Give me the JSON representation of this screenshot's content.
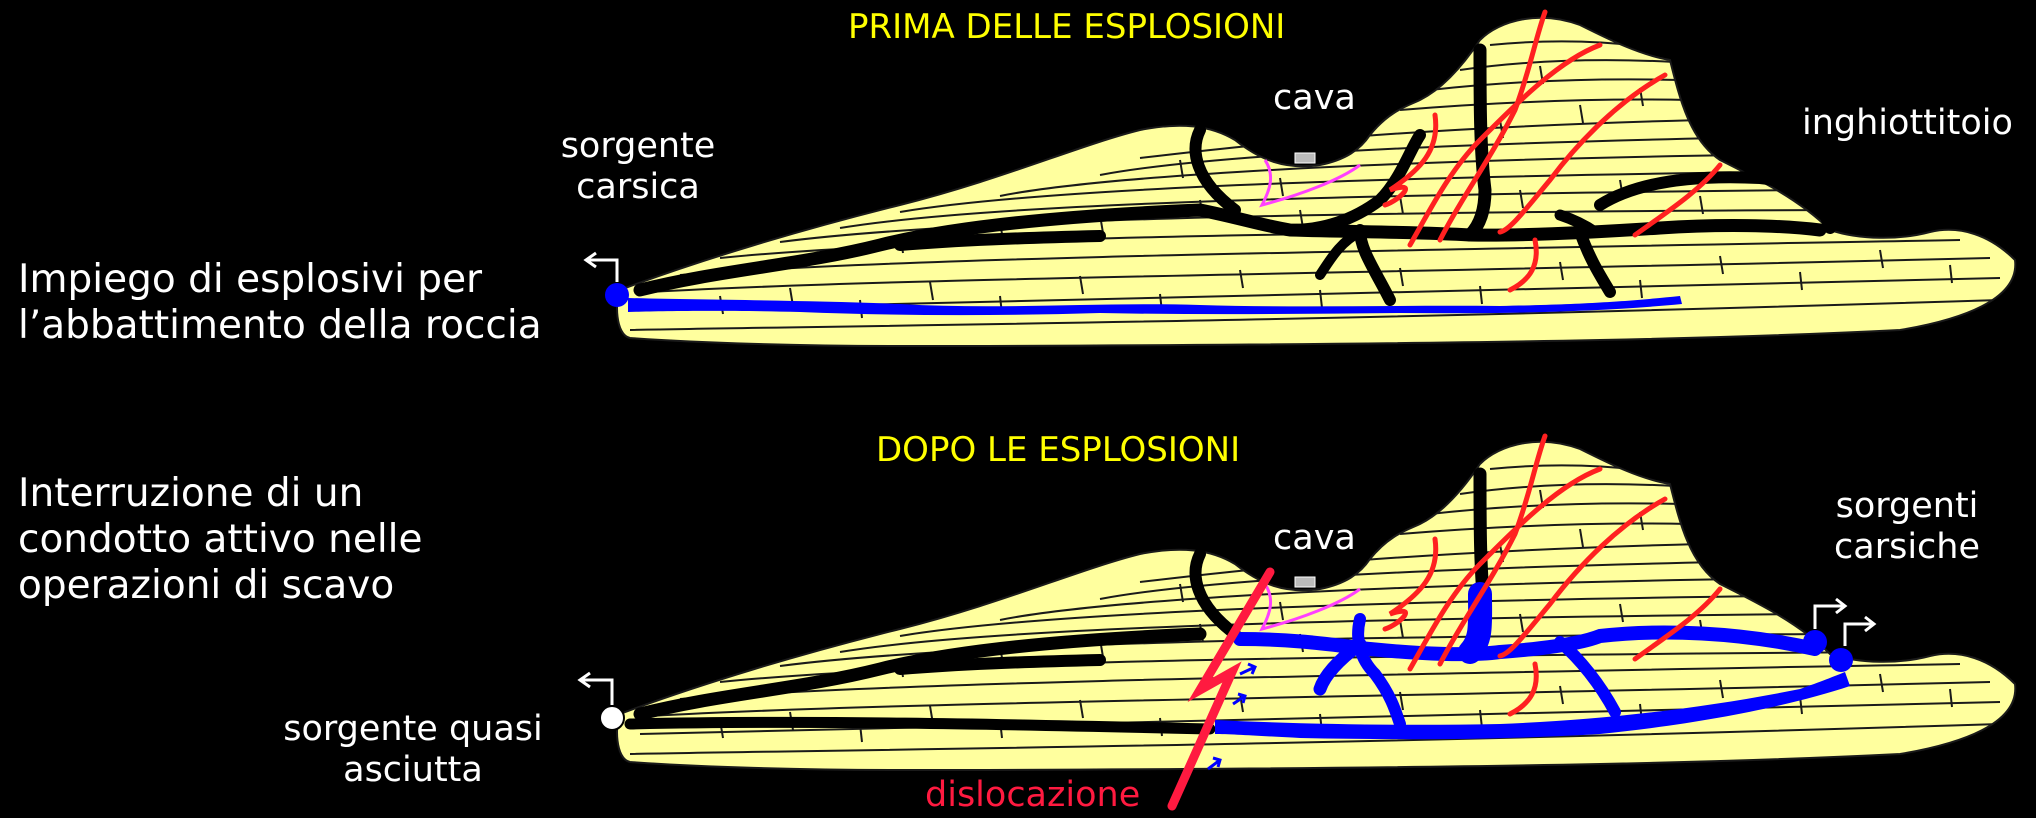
{
  "top_panel": {
    "title": "PRIMA DELLE ESPLOSIONI",
    "labels": {
      "spring": "sorgente carsica",
      "quarry": "cava",
      "sinkhole": "inghiottitoio"
    }
  },
  "bottom_panel": {
    "title": "DOPO LE ESPLOSIONI",
    "labels": {
      "spring_dry": "sorgente quasi asciutta",
      "quarry": "cava",
      "springs": "sorgenti carsiche",
      "fault": "dislocazione"
    }
  },
  "side_text": {
    "first": "Impiego di esplosivi per l’abbattimento della roccia",
    "second": "Interruzione di un condotto attivo nelle operazioni di scavo"
  },
  "colors": {
    "background": "#000000",
    "rock": "#ffff9e",
    "conduit_dry": "#000000",
    "conduit_water": "#0000ff",
    "fracture": "#ff2020",
    "quarry_cut": "#ff40ff",
    "title": "#ffff00",
    "fault_label": "#ff1a40"
  }
}
